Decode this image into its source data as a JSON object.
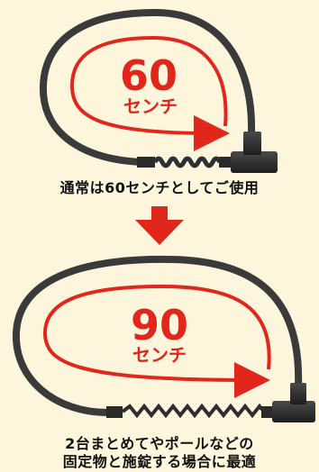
{
  "panel_top": {
    "length_number": "60",
    "length_unit": "センチ",
    "caption": "通常は60センチとしてご使用"
  },
  "panel_bottom": {
    "length_number": "90",
    "length_unit": "センチ",
    "caption_line1": "2台まとめてやポールなどの",
    "caption_line2": "固定物と施錠する場合に最適"
  },
  "colors": {
    "background": "#fdf6dc",
    "cable": "#3a3a3a",
    "arrow_red": "#e1261c",
    "text": "#111111"
  },
  "icons": {
    "transition_arrow": "down-arrow-icon"
  }
}
